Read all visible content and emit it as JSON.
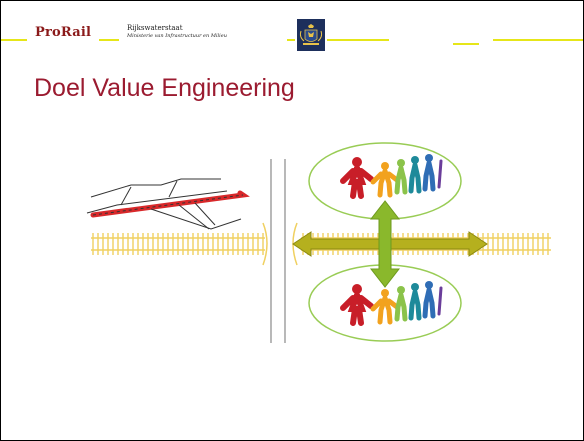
{
  "header": {
    "prorail_logo_text": "ProRail",
    "rijkswaterstaat_title": "Rijkswaterstaat",
    "rijkswaterstaat_subtitle": "Ministerie van Infrastructuur en Milieu"
  },
  "slide": {
    "title": "Doel Value Engineering"
  },
  "icons": {
    "crest": "dutch-coat-of-arms-icon",
    "train": "train-sketch-icon",
    "people": "people-group-icon"
  },
  "colors": {
    "title": "#9b1b30",
    "prorail_red": "#8b1a1a",
    "header_line": "#e6e619",
    "track": "#f0d060",
    "ellipse_stroke": "#99cc55",
    "arrow_fill": "#8ab82c",
    "horizontal_arrow_fill": "#b5b01e",
    "train_red": "#d8282a"
  }
}
